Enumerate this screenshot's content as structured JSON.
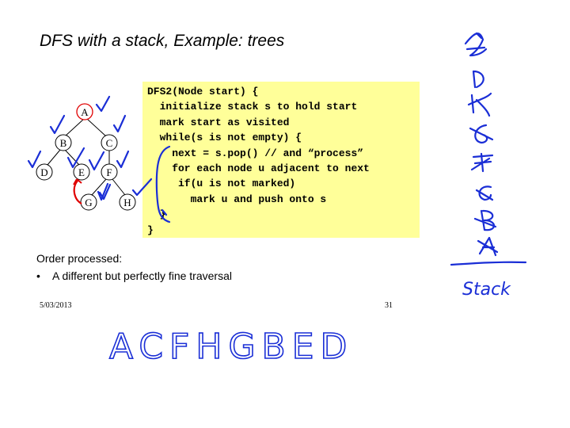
{
  "slide": {
    "title": "DFS with a stack, Example: trees",
    "code_lines": [
      "DFS2(Node start) {",
      "  initialize stack s to hold start",
      "  mark start as visited",
      "  while(s is not empty) {",
      "    next = s.pop() // and “process”",
      "    for each node u adjacent to next",
      "     if(u is not marked)",
      "       mark u and push onto s",
      "  }",
      "}"
    ],
    "order_label": "Order processed:",
    "bullet_text": "A different but perfectly fine traversal",
    "footer_date": "5/03/2013",
    "footer_page": "31"
  },
  "tree": {
    "nodes": [
      "A",
      "B",
      "C",
      "D",
      "E",
      "F",
      "G",
      "H"
    ],
    "highlight_color": "#e00000",
    "edge_color": "#000000"
  },
  "handwriting": {
    "ink_color": "#1a2ed6",
    "stack_label": "Stack",
    "traversal": "ACFHGBED"
  }
}
